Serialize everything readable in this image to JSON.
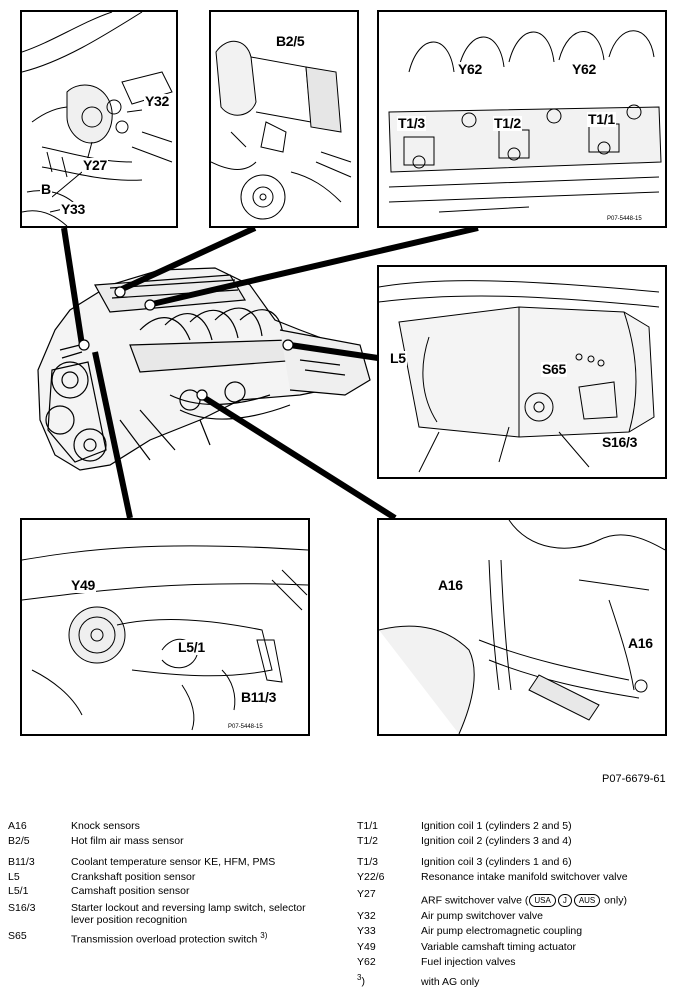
{
  "panels": {
    "top_left": {
      "callouts": [
        "Y32",
        "Y27",
        "B",
        "Y33"
      ]
    },
    "top_middle": {
      "callouts": [
        "B2/5"
      ]
    },
    "top_right": {
      "callouts": [
        "Y62",
        "Y62",
        "T1/3",
        "T1/2",
        "T1/1"
      ],
      "plate": "P07-5448-15"
    },
    "mid_right": {
      "callouts": [
        "L5",
        "S65",
        "S16/3"
      ]
    },
    "bot_left": {
      "callouts": [
        "Y49",
        "L5/1",
        "B11/3"
      ],
      "plate": "P07-5448-15"
    },
    "bot_right": {
      "callouts": [
        "A16",
        "A16"
      ]
    }
  },
  "figure_code": "P07-6679-61",
  "legend_left": [
    {
      "code": "A16",
      "desc": "Knock sensors"
    },
    {
      "code": "B2/5",
      "desc": "Hot film air mass sensor"
    },
    {
      "code": "B11/3",
      "desc": "Coolant temperature sensor KE, HFM, PMS"
    },
    {
      "code": "L5",
      "desc": "Crankshaft position sensor"
    },
    {
      "code": "L5/1",
      "desc": "Camshaft position sensor"
    },
    {
      "code": "S16/3",
      "desc": "Starter lockout and reversing lamp switch, selector",
      "desc2": "lever position recognition"
    },
    {
      "code": "S65",
      "desc": "Transmission overload protection switch",
      "note": "3)"
    }
  ],
  "legend_right": [
    {
      "code": "T1/1",
      "desc": "Ignition coil 1 (cylinders 2 and 5)"
    },
    {
      "code": "T1/2",
      "desc": "Ignition coil 2 (cylinders 3 and 4)"
    },
    {
      "code": "T1/3",
      "desc": "Ignition coil 3 (cylinders 1 and 6)"
    },
    {
      "code": "Y22/6",
      "desc": "Resonance intake manifold switchover valve"
    },
    {
      "code": "Y27",
      "desc": "ARF switchover valve (",
      "badges": [
        "USA",
        "J",
        "AUS"
      ],
      "desc_end": " only)"
    },
    {
      "code": "Y32",
      "desc": "Air pump switchover valve"
    },
    {
      "code": "Y33",
      "desc": "Air pump electromagnetic coupling"
    },
    {
      "code": "Y49",
      "desc": "Variable camshaft timing actuator"
    },
    {
      "code": "Y62",
      "desc": "Fuel injection valves"
    },
    {
      "code": "3",
      "code_suffix": ")",
      "desc": "with AG only"
    }
  ]
}
